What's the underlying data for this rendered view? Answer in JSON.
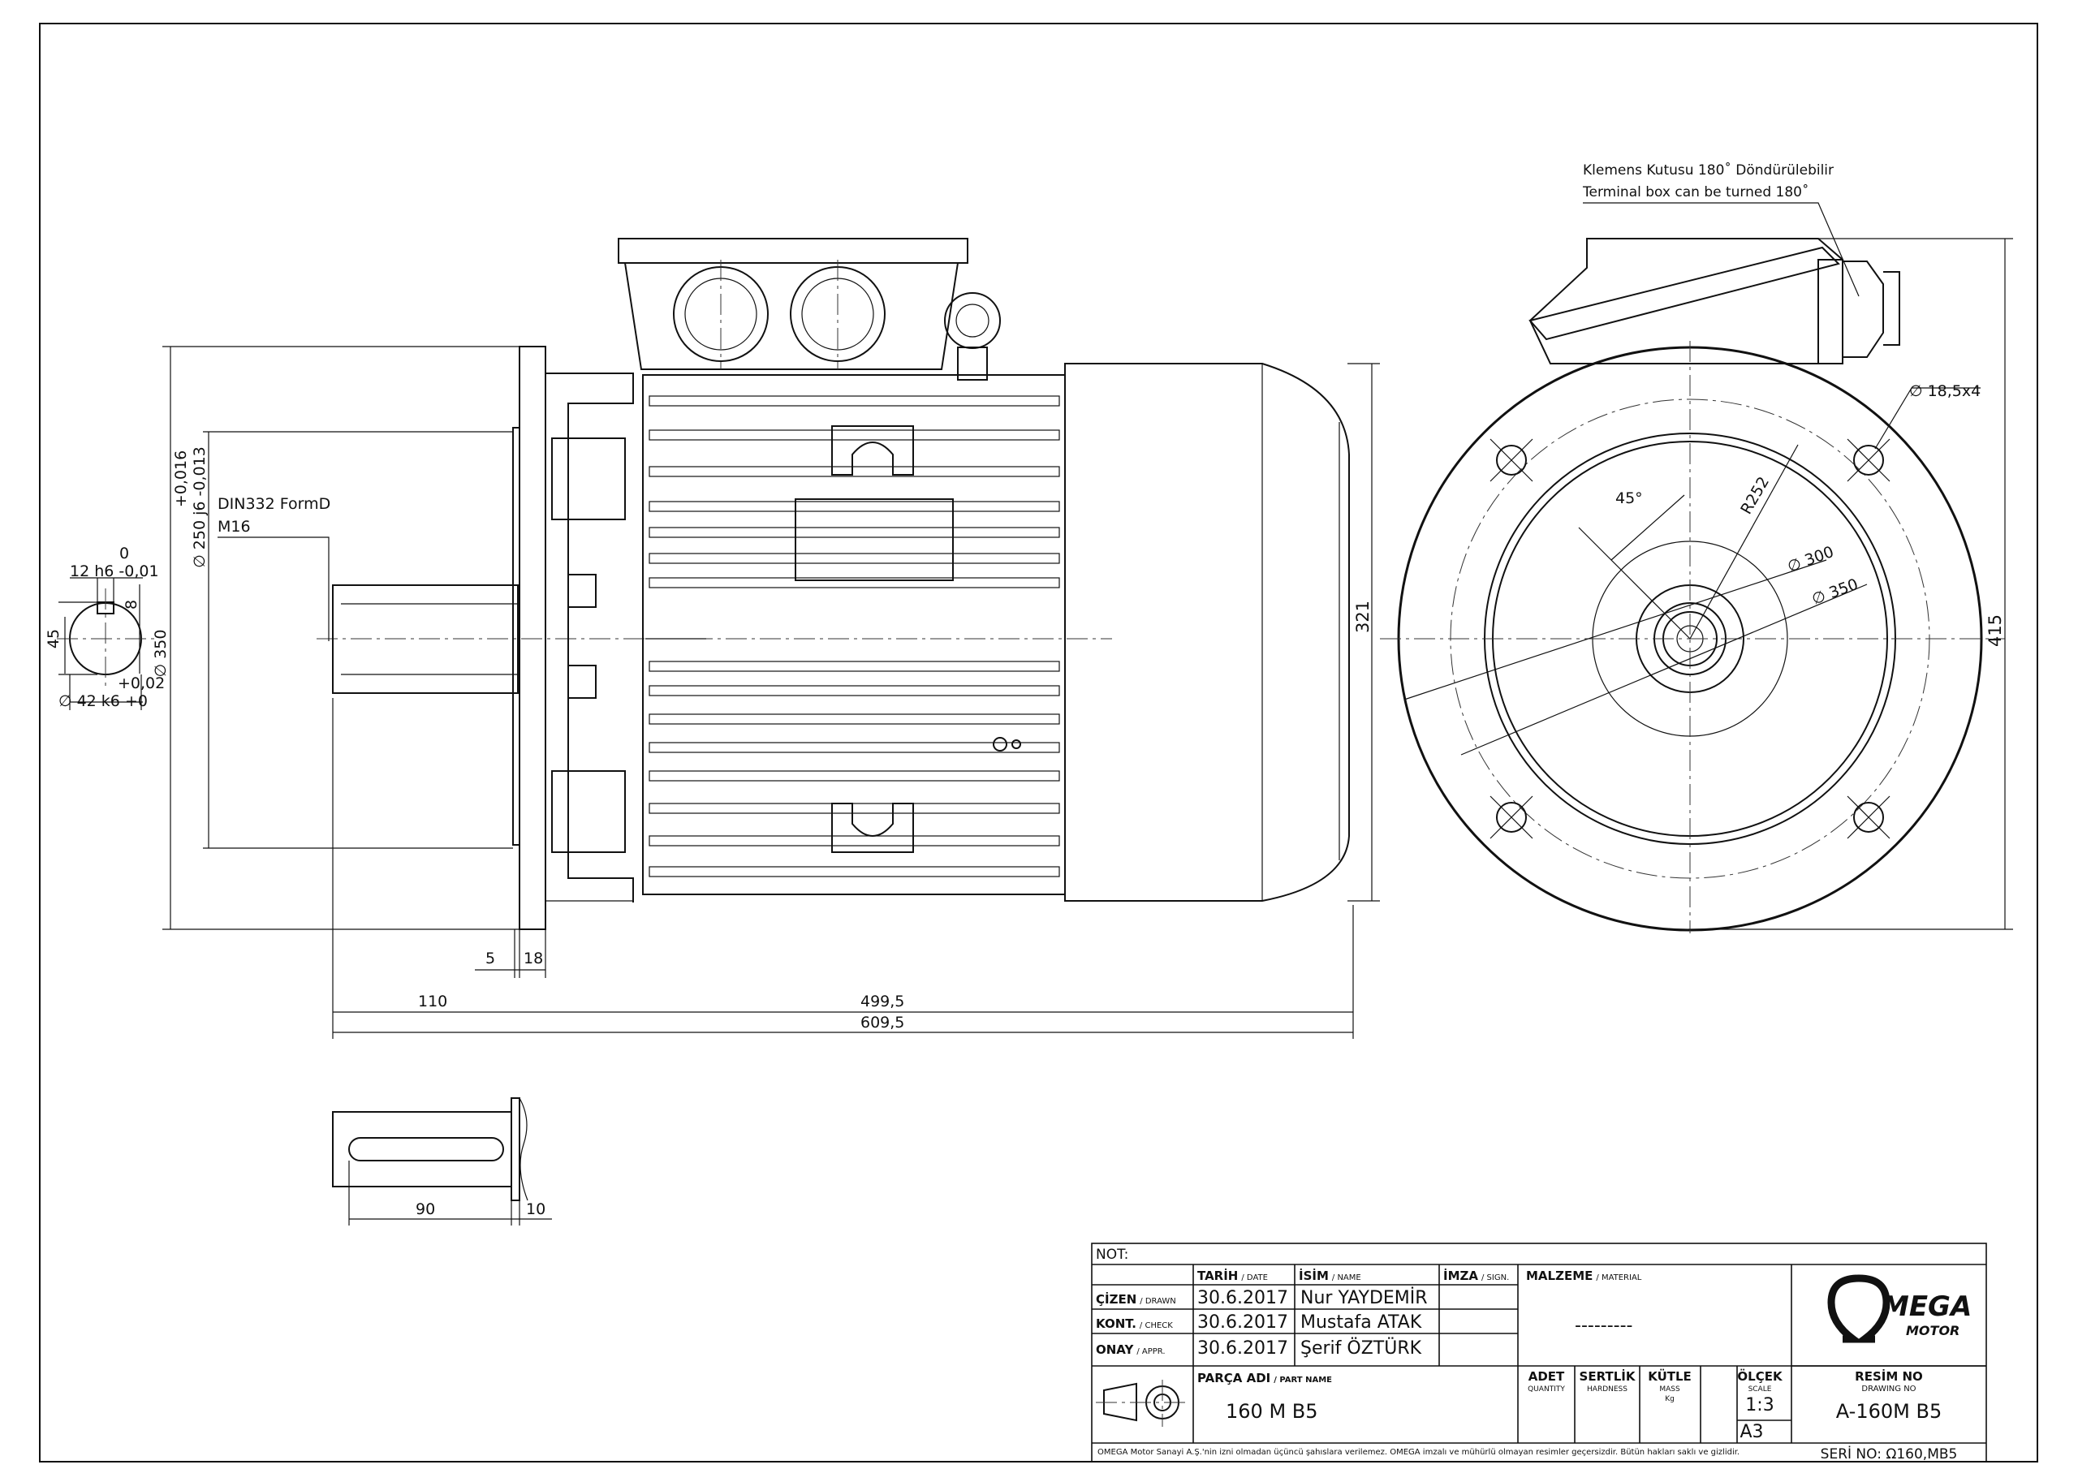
{
  "dimensions": {
    "d_110": "110",
    "d_499": "499,5",
    "d_609": "609,5",
    "d_5": "5",
    "d_18": "18",
    "d_321": "321",
    "d_415": "415",
    "d_90": "90",
    "d_10": "10",
    "d_45": "45",
    "d_zero": "0",
    "d_12h6": "12 h6 -0,01",
    "d_8": "8",
    "d_350_left": "∅ 350",
    "d_002": "+0,02",
    "d_42k6": "∅ 42 k6 +0",
    "d_0016": "+0,016",
    "d_250j6": "∅ 250 j6 -0,013",
    "d_din": "DIN332 FormD",
    "d_m16": "M16",
    "d_45deg": "45°",
    "d_r252": "R252",
    "d_300": "∅ 300",
    "d_350": "∅ 350",
    "d_holes": "∅ 18,5x4"
  },
  "notes": {
    "terminal_tr": "Klemens Kutusu 180˚ Döndürülebilir",
    "terminal_en": "Terminal box can be turned 180˚"
  },
  "title_block": {
    "not_label": "NOT:",
    "col_date": "TARİH",
    "col_date_en": "/ DATE",
    "col_name": "İSİM",
    "col_name_en": "/ NAME",
    "col_sign": "İMZA",
    "col_sign_en": "/ SIGN.",
    "material": "MALZEME",
    "material_en": "/ MATERIAL",
    "material_value": "---------",
    "rows": [
      {
        "role": "ÇİZEN",
        "role_en": "/ DRAWN",
        "date": "30.6.2017",
        "name": "Nur YAYDEMİR"
      },
      {
        "role": "KONT.",
        "role_en": "/ CHECK",
        "date": "30.6.2017",
        "name": "Mustafa ATAK"
      },
      {
        "role": "ONAY",
        "role_en": "/ APPR.",
        "date": "30.6.2017",
        "name": "Şerif ÖZTÜRK"
      }
    ],
    "part_label": "PARÇA ADI",
    "part_label_en": "/ PART NAME",
    "part_value": "160 M B5",
    "qty": "ADET",
    "qty_en": "QUANTITY",
    "hardness": "SERTLİK",
    "hardness_en": "HARDNESS",
    "mass": "KÜTLE",
    "mass_en": "MASS",
    "mass_unit": "Kg",
    "scale": "ÖLÇEK",
    "scale_en": "SCALE",
    "scale_value": "1:3",
    "paper": "A3",
    "drawing_no_label": "RESİM NO",
    "drawing_no_en": "DRAWING NO",
    "drawing_no": "A-160M B5",
    "serial": "SERİ NO: Ω160,MB5",
    "logo_top": "MEGA",
    "logo_bottom": "MOTOR",
    "footer": "OMEGA Motor Sanayi A.Ş.'nin izni olmadan üçüncü şahıslara verilemez. OMEGA imzalı ve mühürlü olmayan resimler geçersizdir. Bütün hakları saklı ve gizlidir."
  }
}
